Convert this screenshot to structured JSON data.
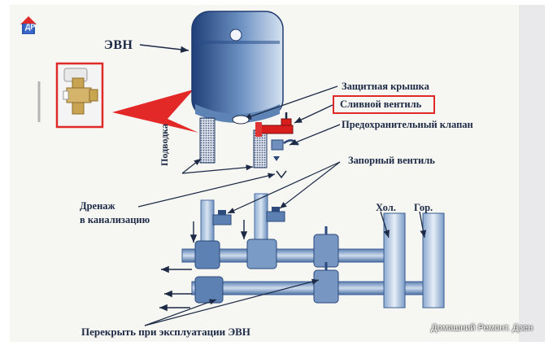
{
  "labels": {
    "evn": "ЭВН",
    "protective_cover": "Защитная крышка",
    "drain_valve": "Сливной вентиль",
    "safety_valve": "Предохранительный клапан",
    "supply": "Подводка",
    "shutoff_valve": "Запорный вентиль",
    "drainage_line1": "Дренаж",
    "drainage_line2": "в канализацию",
    "cold": "Хол.",
    "hot": "Гор.",
    "footer": "Перекрыть при эксплуатации ЭВН"
  },
  "branding": {
    "logo_text": "ДР",
    "watermark": "Домашний Ремонт. Дзен"
  },
  "colors": {
    "page": "#f6f6f3",
    "tank_dark": "#1f3e78",
    "tank_light": "#c9d8ea",
    "pipe": "#5f84b4",
    "pipe_light": "#b8cde6",
    "ink": "#1c2a45",
    "highlight_red": "#e02a2a",
    "valve_red": "#d81d1d",
    "brass": "#c7a352"
  }
}
